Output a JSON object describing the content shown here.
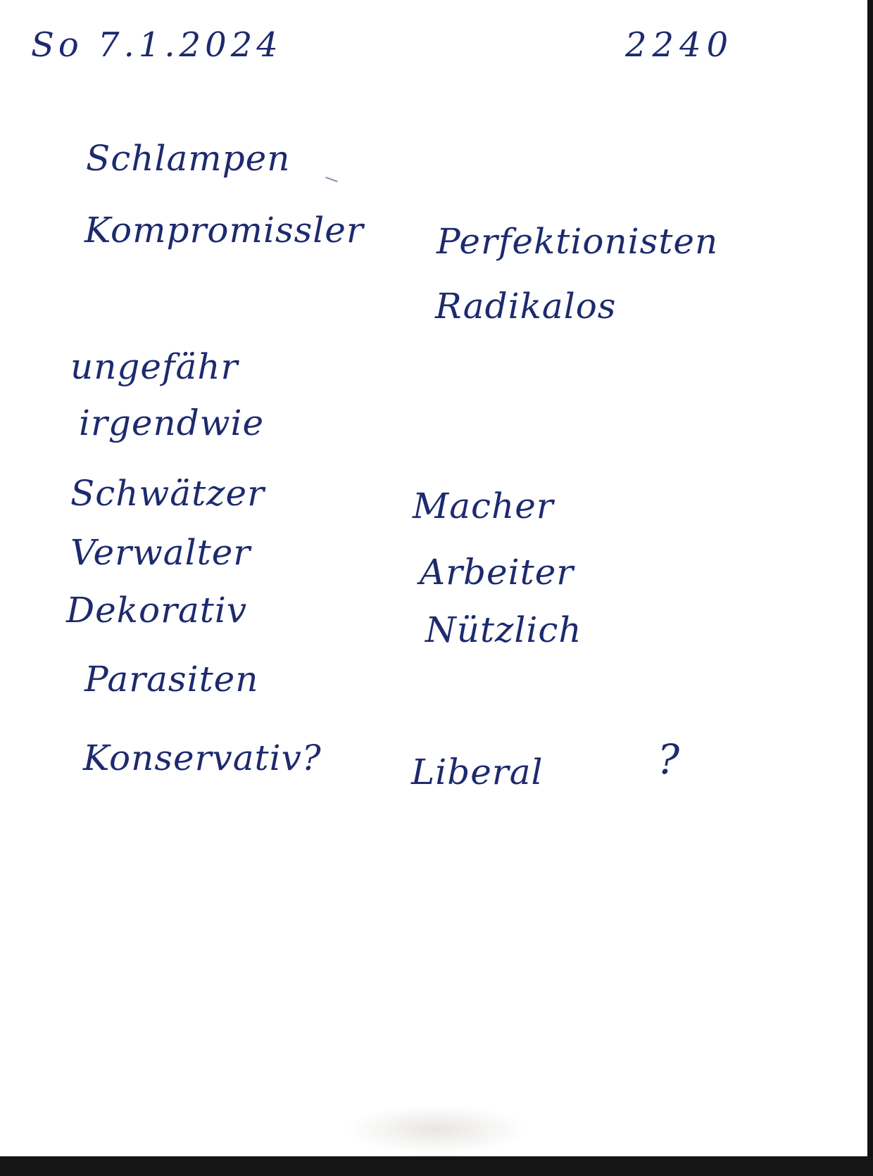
{
  "header": {
    "date": "So 7.1.2024",
    "number": "2240"
  },
  "left_column": [
    "Schlampen",
    "Kompromissler",
    "ungefähr",
    "irgendwie",
    "Schwätzer",
    "Verwalter",
    "Dekorativ",
    "Parasiten",
    "Konservativ?"
  ],
  "right_column": [
    "Perfektionisten",
    "Radikalos",
    "Macher",
    "Arbeiter",
    "Nützlich",
    "Liberal"
  ],
  "question_mark": "?"
}
